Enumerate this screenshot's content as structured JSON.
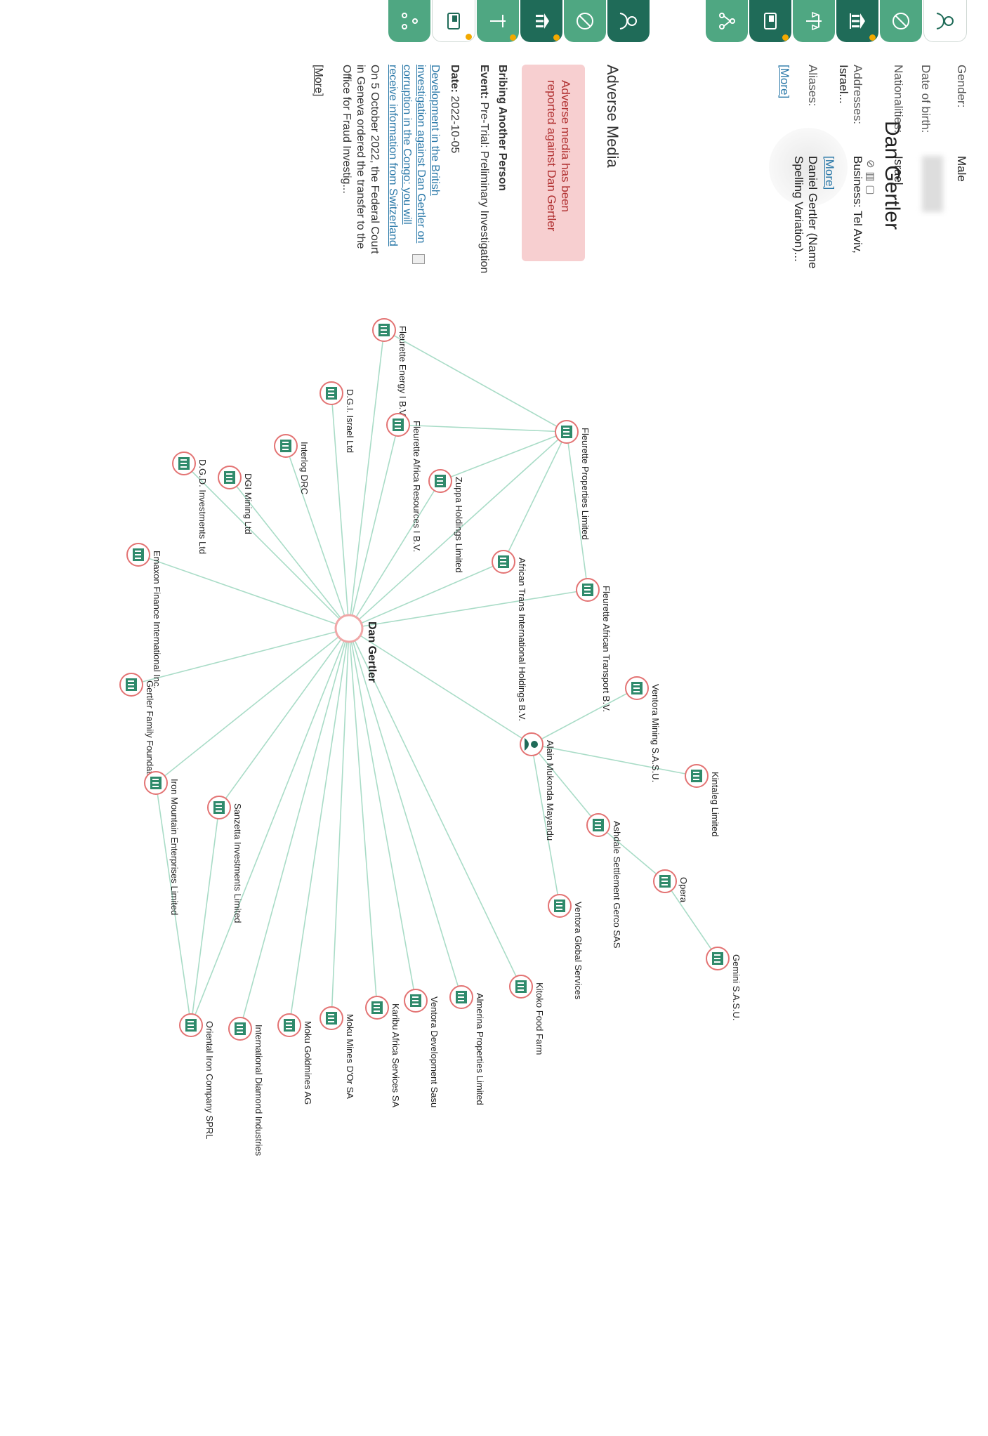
{
  "profile": {
    "name": "Dan Gertler",
    "gender_label": "Gender:",
    "gender": "Male",
    "dob_label": "Date of birth:",
    "nationalities_label": "Nationalities:",
    "nationality": "Israel",
    "addresses_label": "Addresses:",
    "address": "Business: Tel Aviv, Israel...",
    "more_label": "[More]",
    "aliases_label": "Aliases:",
    "alias": "Daniel Gertler (Name Spelling Variation)...",
    "alias_more": "[More]"
  },
  "tabs": [
    "person-icon",
    "sanction-icon",
    "government-icon",
    "scales-icon",
    "media-icon",
    "network-icon"
  ],
  "adverse": {
    "title": "Adverse Media",
    "alert": "Adverse media has been reported against Dan Gertler",
    "event_title": "Bribing Another Person",
    "event_label": "Event:",
    "event_value": "Pre-Trial: Preliminary Investigation",
    "date_label": "Date:",
    "date_value": "2022-10-05",
    "link_text": "Development in the British investigation against Dan Gertler on corruption in the Congo: you will receive information from Switzerland",
    "body": "On 5 October 2022, the Federal Court in Geneva ordered the transfer to the Office for Fraud Investig...",
    "more": "[More]"
  },
  "graph": {
    "center": "Dan Gertler",
    "nodes": [
      {
        "id": "fenergy",
        "label": "Fleurette Energy I B.V."
      },
      {
        "id": "fprop",
        "label": "Fleurette Properties Limited"
      },
      {
        "id": "faresources",
        "label": "Fleurette Africa Resources I B.V."
      },
      {
        "id": "dgl",
        "label": "D.G.I. Israel Ltd"
      },
      {
        "id": "interlog",
        "label": "Interlog DRC"
      },
      {
        "id": "zuppa",
        "label": "Zuppa Holdings Limited"
      },
      {
        "id": "dgimining",
        "label": "DGI Mining Ltd"
      },
      {
        "id": "dgd",
        "label": "D.G.D. Investments Ltd"
      },
      {
        "id": "africantrans",
        "label": "African Trans International Holdings B.V."
      },
      {
        "id": "fatransport",
        "label": "Fleurette African Transport B.V."
      },
      {
        "id": "emaxon",
        "label": "Emaxon Finance International Inc."
      },
      {
        "id": "gfoundation",
        "label": "Gertler Family Foundation"
      },
      {
        "id": "ventoramining",
        "label": "Ventora Mining S.A.S.U."
      },
      {
        "id": "alain",
        "label": "Alain Mukonda Mayandu"
      },
      {
        "id": "kintaleg",
        "label": "Kintaleg Limited"
      },
      {
        "id": "ashdale",
        "label": "Ashdale Settlement Gerco SAS"
      },
      {
        "id": "ironmountain",
        "label": "Iron Mountain Enterprises Limited"
      },
      {
        "id": "sanzetta",
        "label": "Sanzetta Investments Limited"
      },
      {
        "id": "opera",
        "label": "Opera"
      },
      {
        "id": "ventoraglobal",
        "label": "Ventora Global Services"
      },
      {
        "id": "gemini",
        "label": "Gemini S.A.S.U."
      },
      {
        "id": "almerina",
        "label": "Almerina Properties Limited"
      },
      {
        "id": "kitoko",
        "label": "Kitoko Food Farm"
      },
      {
        "id": "ventoradev",
        "label": "Ventora Development Sasu"
      },
      {
        "id": "karibu",
        "label": "Karibu Africa Services SA"
      },
      {
        "id": "mokumines",
        "label": "Moku Mines D'Or SA"
      },
      {
        "id": "mokugold",
        "label": "Moku Goldmines AG"
      },
      {
        "id": "intldiamond",
        "label": "International Diamond Industries"
      },
      {
        "id": "oriental",
        "label": "Oriental Iron Company SPRL"
      }
    ],
    "edges": [
      [
        "center",
        "fenergy"
      ],
      [
        "center",
        "fprop"
      ],
      [
        "center",
        "faresources"
      ],
      [
        "center",
        "dgl"
      ],
      [
        "center",
        "interlog"
      ],
      [
        "center",
        "zuppa"
      ],
      [
        "center",
        "dgimining"
      ],
      [
        "center",
        "dgd"
      ],
      [
        "center",
        "africantrans"
      ],
      [
        "center",
        "fatransport"
      ],
      [
        "center",
        "emaxon"
      ],
      [
        "center",
        "gfoundation"
      ],
      [
        "center",
        "alain"
      ],
      [
        "center",
        "ironmountain"
      ],
      [
        "center",
        "sanzetta"
      ],
      [
        "center",
        "almerina"
      ],
      [
        "center",
        "kitoko"
      ],
      [
        "center",
        "ventoradev"
      ],
      [
        "center",
        "karibu"
      ],
      [
        "center",
        "mokumines"
      ],
      [
        "center",
        "mokugold"
      ],
      [
        "center",
        "intldiamond"
      ],
      [
        "center",
        "oriental"
      ],
      [
        "fprop",
        "fenergy"
      ],
      [
        "fprop",
        "faresources"
      ],
      [
        "fprop",
        "zuppa"
      ],
      [
        "fprop",
        "africantrans"
      ],
      [
        "fprop",
        "fatransport"
      ],
      [
        "alain",
        "ventoramining"
      ],
      [
        "alain",
        "kintaleg"
      ],
      [
        "alain",
        "ashdale"
      ],
      [
        "alain",
        "ventoraglobal"
      ],
      [
        "ashdale",
        "opera"
      ],
      [
        "opera",
        "gemini"
      ],
      [
        "ironmountain",
        "oriental"
      ],
      [
        "sanzetta",
        "oriental"
      ]
    ]
  }
}
